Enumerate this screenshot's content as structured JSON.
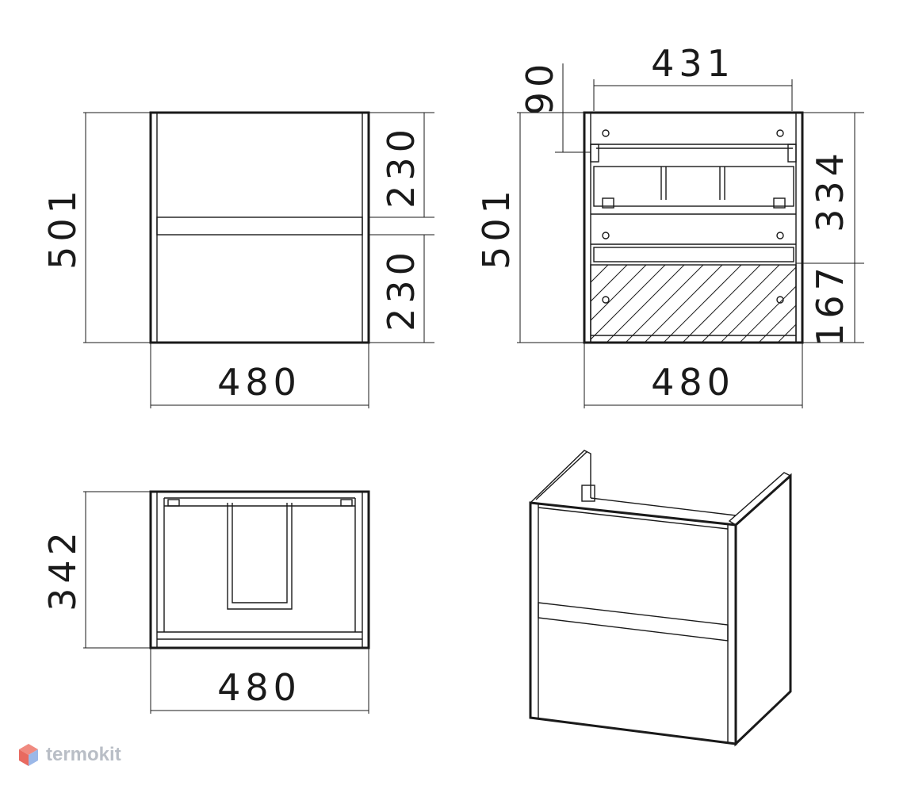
{
  "dimensions": {
    "front_height": "501",
    "front_drawer_top": "230",
    "front_drawer_bottom": "230",
    "front_width": "480",
    "side_top_width": "431",
    "side_top_offset": "90",
    "side_height": "501",
    "side_upper": "334",
    "side_lower": "167",
    "side_width": "480",
    "plan_depth": "342",
    "plan_width": "480"
  },
  "watermark": {
    "text": "termokit"
  },
  "colors": {
    "line": "#1a1a1a",
    "watermark": "#b9bec6",
    "logo_top": "#f08a80",
    "logo_bottom": "#9bb8e8"
  }
}
